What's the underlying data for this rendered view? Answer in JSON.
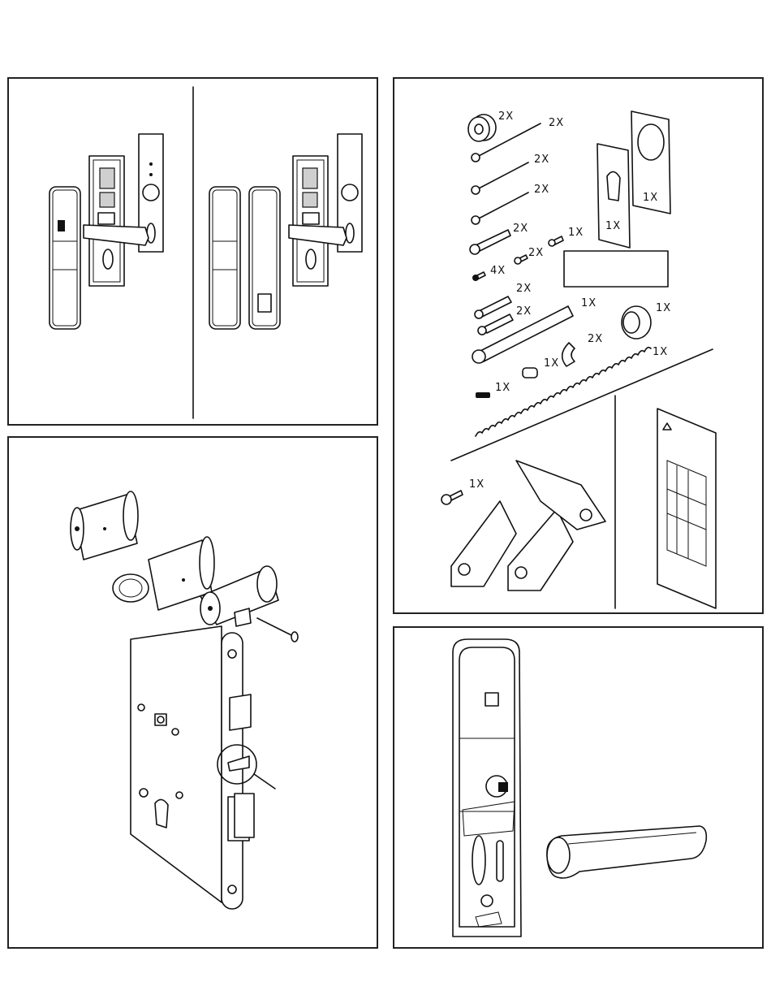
{
  "panels": {
    "parts": {
      "quantities": {
        "q1": "2X",
        "q2": "2X",
        "q3": "2X",
        "q4": "2X",
        "q5": "2X",
        "q6": "2X",
        "q7": "1X",
        "q8": "4X",
        "q9": "2X",
        "q10": "2X",
        "q11": "1X",
        "q12": "1X",
        "q13": "1X",
        "q14": "2X",
        "q15": "1X",
        "q16": "1X",
        "q17": "1X",
        "q18": "1X",
        "q19": "1X"
      },
      "label_box": ""
    }
  }
}
